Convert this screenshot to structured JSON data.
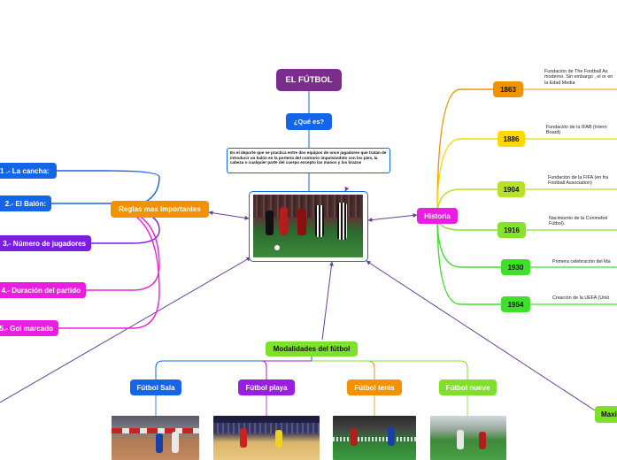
{
  "title": "EL FÚTBOL",
  "question": "¿Qué es?",
  "definition": "Es el deporte que se practica entre dos equipos de once jugadores que tratan de introducir un balón en la portería del contrario impulsándolo con los pies, la cabeza o cualquier parte del cuerpo excepto las manos y los brazos",
  "rules": {
    "label": "Reglas mas Importantes",
    "items": [
      "1 .- La cancha:",
      "2.- El Balón:",
      "3.- Número de jugadores",
      "4.- Duración del partido",
      "5.- Gol marcado"
    ]
  },
  "history": {
    "label": "Historia",
    "events": [
      {
        "year": "1863",
        "text": "Fundación de The Football As moderno. Sin embargo , el or en la Edad Media"
      },
      {
        "year": "1886",
        "text": "Fundación de la IFAB (Intern Board)"
      },
      {
        "year": "1904",
        "text": "Fundación de la FIFA (en fra Football Association)"
      },
      {
        "year": "1916",
        "text": "Nacimiento de la Conmebol Fútbol)."
      },
      {
        "year": "1930",
        "text": "Primera celebración del Ma"
      },
      {
        "year": "1954",
        "text": "Creación de la UEFA (Unió"
      }
    ]
  },
  "modalities": {
    "label": "Modalidades del fútbol",
    "items": [
      "Fútbol Sala",
      "Fútbol playa",
      "Fútbol tenis",
      "Fútbol nueve"
    ]
  },
  "partial_node": "Maxi",
  "colors": {
    "title": "#7b2d8e",
    "question": "#1565e8",
    "rules": "#f39200",
    "rule_items": [
      "#1565e8",
      "#1565e8",
      "#7a1ee0",
      "#e91ee0",
      "#e91ee0"
    ],
    "history": "#e91ee0",
    "years": [
      "#f39200",
      "#ffd800",
      "#b8e12a",
      "#86e22a",
      "#3ee02a",
      "#3ee02a"
    ],
    "modalities": "#7ee02a",
    "modality_items": [
      "#1565e8",
      "#9b1ee0",
      "#f39200",
      "#7ee02a"
    ]
  }
}
